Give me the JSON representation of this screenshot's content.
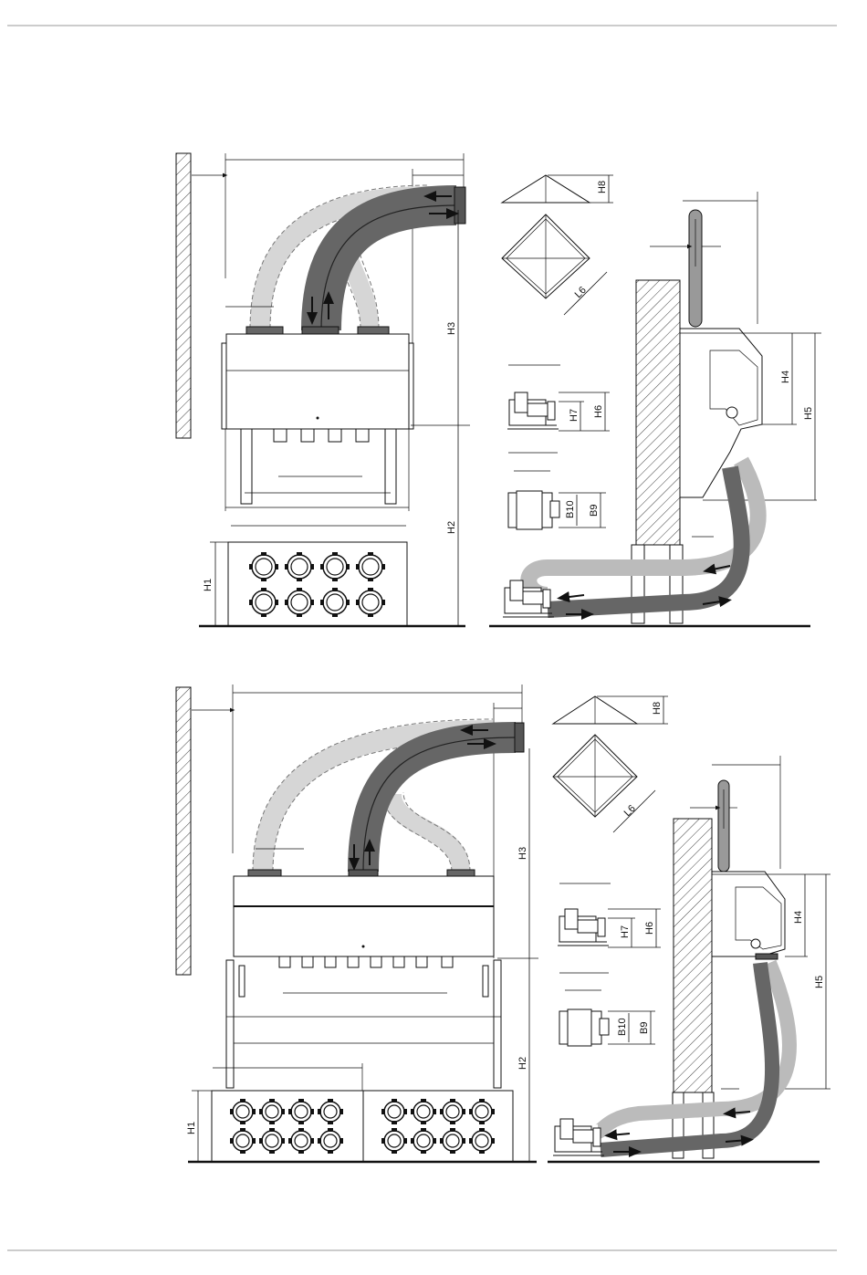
{
  "colors": {
    "duct_dark": "#666666",
    "duct_light": "#bbbbbb",
    "ghost_duct": "#d6d6d6",
    "wall_hatch": "#111111",
    "ink": "#111111"
  },
  "top_diagram": {
    "labels": {
      "h1": "H1",
      "h2": "H2",
      "h3": "H3",
      "h4": "H4",
      "h5": "H5",
      "h6": "H6",
      "h7": "H7",
      "h8": "H8",
      "l6": "L6",
      "b9": "B9",
      "b10": "B10"
    }
  },
  "bottom_diagram": {
    "labels": {
      "h1": "H1",
      "h2": "H2",
      "h3": "H3",
      "h4": "H4",
      "h5": "H5",
      "h6": "H6",
      "h7": "H7",
      "h8": "H8",
      "l6": "L6",
      "b9": "B9",
      "b10": "B10"
    }
  }
}
